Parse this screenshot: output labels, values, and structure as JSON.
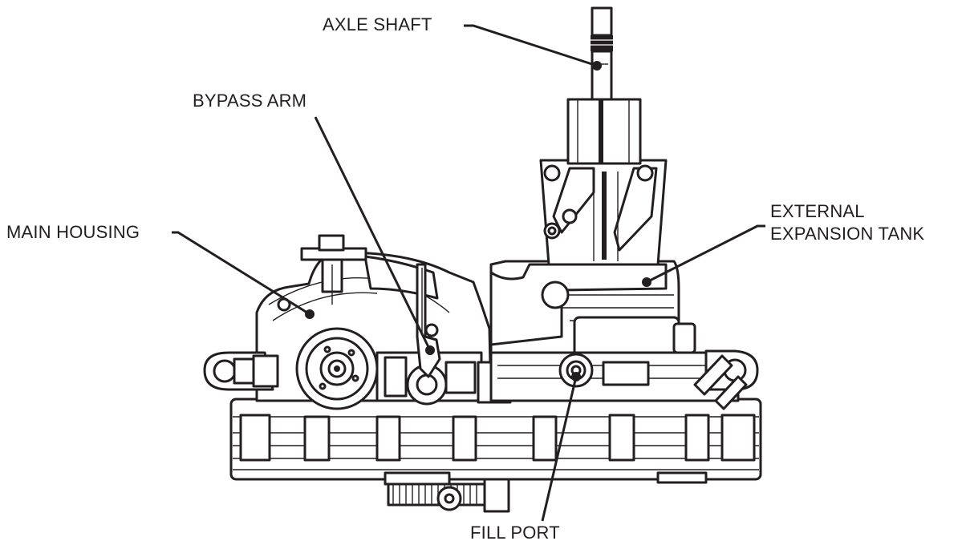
{
  "diagram": {
    "labels": {
      "axle_shaft": "AXLE SHAFT",
      "bypass_arm": "BYPASS ARM",
      "main_housing": "MAIN HOUSING",
      "external_expansion_tank_line1": "EXTERNAL",
      "external_expansion_tank_line2": "EXPANSION TANK",
      "fill_port": "FILL PORT"
    },
    "colors": {
      "ink": "#231f20",
      "background": "#ffffff"
    }
  }
}
